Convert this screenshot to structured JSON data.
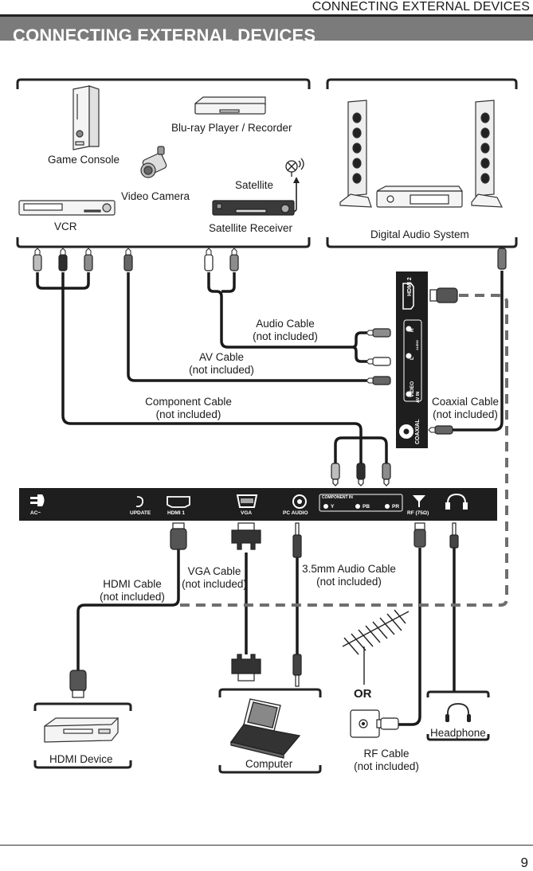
{
  "header": {
    "running_title": "CONNECTING EXTERNAL DEVICES",
    "section_title": "CONNECTING EXTERNAL DEVICES"
  },
  "source_devices": {
    "game_console": "Game Console",
    "bluray": "Blu-ray Player / Recorder",
    "video_camera": "Video Camera",
    "satellite": "Satellite",
    "vcr": "VCR",
    "satellite_receiver": "Satellite Receiver",
    "digital_audio": "Digital Audio System"
  },
  "cables": {
    "audio": [
      "Audio Cable",
      "(not included)"
    ],
    "av": [
      "AV Cable",
      "(not included)"
    ],
    "component": [
      "Component Cable",
      "(not included)"
    ],
    "coaxial": [
      "Coaxial Cable",
      "(not included)"
    ],
    "hdmi": [
      "HDMI Cable",
      "(not included)"
    ],
    "vga": [
      "VGA Cable",
      "(not included)"
    ],
    "audio35": [
      "3.5mm Audio Cable",
      "(not included)"
    ],
    "rf": [
      "RF Cable",
      "(not included)"
    ]
  },
  "side_panel": {
    "hdmi2": "HDMI 2",
    "av_in": "AV IN",
    "video": "VIDEO",
    "audio_l": "L",
    "audio_r": "R",
    "audio": "AUDIO",
    "coaxial": "COAXIAL"
  },
  "rear_panel": {
    "ac": "AC~",
    "update": "UPDATE",
    "hdmi1": "HDMI 1",
    "vga": "VGA",
    "pc_audio": "PC AUDIO",
    "component_in": "COMPONENT IN",
    "y": "Y",
    "pb": "PB",
    "pr": "PR",
    "rf": "RF (75Ω)"
  },
  "output_devices": {
    "hdmi_device": "HDMI Device",
    "computer": "Computer",
    "or": "OR",
    "headphone": "Headphone"
  },
  "footer": {
    "page_number": "9"
  },
  "colors": {
    "section_bar": "#7b7b7b",
    "panel": "#1e1e1e",
    "dashed_line": "#6e6e6e"
  }
}
